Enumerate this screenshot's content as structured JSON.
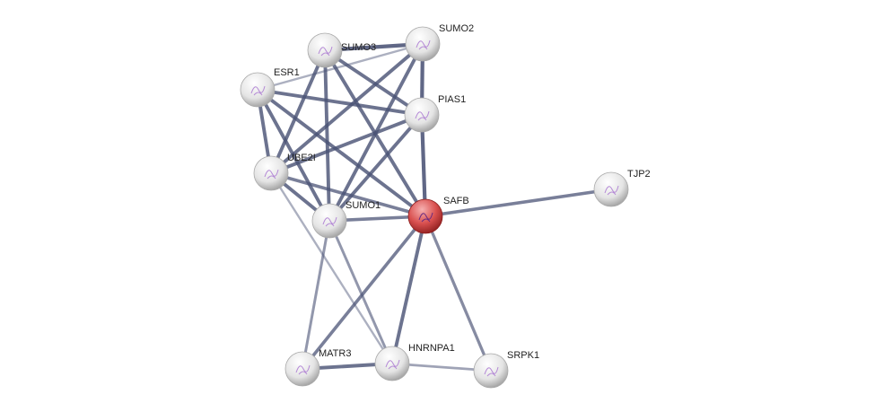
{
  "network": {
    "query_color": "#d0393d",
    "edge_color": "#4a5275",
    "nodes": [
      {
        "id": "SUMO3",
        "label": "SUMO3",
        "query": false
      },
      {
        "id": "SUMO2",
        "label": "SUMO2",
        "query": false
      },
      {
        "id": "ESR1",
        "label": "ESR1",
        "query": false
      },
      {
        "id": "PIAS1",
        "label": "PIAS1",
        "query": false
      },
      {
        "id": "UBE2I",
        "label": "UBE2I",
        "query": false
      },
      {
        "id": "SUMO1",
        "label": "SUMO1",
        "query": false
      },
      {
        "id": "SAFB",
        "label": "SAFB",
        "query": true
      },
      {
        "id": "TJP2",
        "label": "TJP2",
        "query": false
      },
      {
        "id": "MATR3",
        "label": "MATR3",
        "query": false
      },
      {
        "id": "HNRNPA1",
        "label": "HNRNPA1",
        "query": false
      },
      {
        "id": "SRPK1",
        "label": "SRPK1",
        "query": false
      }
    ],
    "edges": [
      {
        "a": "SUMO3",
        "b": "SUMO2",
        "strength": 0.9
      },
      {
        "a": "ESR1",
        "b": "SUMO2",
        "strength": 0.3
      },
      {
        "a": "SUMO3",
        "b": "PIAS1",
        "strength": 0.8
      },
      {
        "a": "SUMO3",
        "b": "SAFB",
        "strength": 0.8
      },
      {
        "a": "SUMO3",
        "b": "SUMO1",
        "strength": 0.8
      },
      {
        "a": "SUMO3",
        "b": "UBE2I",
        "strength": 0.8
      },
      {
        "a": "SUMO2",
        "b": "PIAS1",
        "strength": 0.9
      },
      {
        "a": "SUMO2",
        "b": "UBE2I",
        "strength": 0.8
      },
      {
        "a": "SUMO2",
        "b": "SUMO1",
        "strength": 0.8
      },
      {
        "a": "ESR1",
        "b": "PIAS1",
        "strength": 0.8
      },
      {
        "a": "ESR1",
        "b": "UBE2I",
        "strength": 0.8
      },
      {
        "a": "ESR1",
        "b": "SUMO1",
        "strength": 0.8
      },
      {
        "a": "ESR1",
        "b": "SAFB",
        "strength": 0.8
      },
      {
        "a": "PIAS1",
        "b": "UBE2I",
        "strength": 0.8
      },
      {
        "a": "PIAS1",
        "b": "SUMO1",
        "strength": 0.8
      },
      {
        "a": "PIAS1",
        "b": "SAFB",
        "strength": 0.9
      },
      {
        "a": "UBE2I",
        "b": "SUMO1",
        "strength": 0.8
      },
      {
        "a": "UBE2I",
        "b": "SAFB",
        "strength": 0.7
      },
      {
        "a": "UBE2I",
        "b": "HNRNPA1",
        "strength": 0.3
      },
      {
        "a": "SUMO1",
        "b": "SAFB",
        "strength": 0.7
      },
      {
        "a": "SUMO1",
        "b": "MATR3",
        "strength": 0.5
      },
      {
        "a": "SUMO1",
        "b": "HNRNPA1",
        "strength": 0.5
      },
      {
        "a": "SAFB",
        "b": "TJP2",
        "strength": 0.7
      },
      {
        "a": "SAFB",
        "b": "MATR3",
        "strength": 0.7
      },
      {
        "a": "SAFB",
        "b": "HNRNPA1",
        "strength": 0.8
      },
      {
        "a": "SAFB",
        "b": "SRPK1",
        "strength": 0.6
      },
      {
        "a": "MATR3",
        "b": "HNRNPA1",
        "strength": 0.8
      },
      {
        "a": "HNRNPA1",
        "b": "SRPK1",
        "strength": 0.4
      }
    ]
  }
}
